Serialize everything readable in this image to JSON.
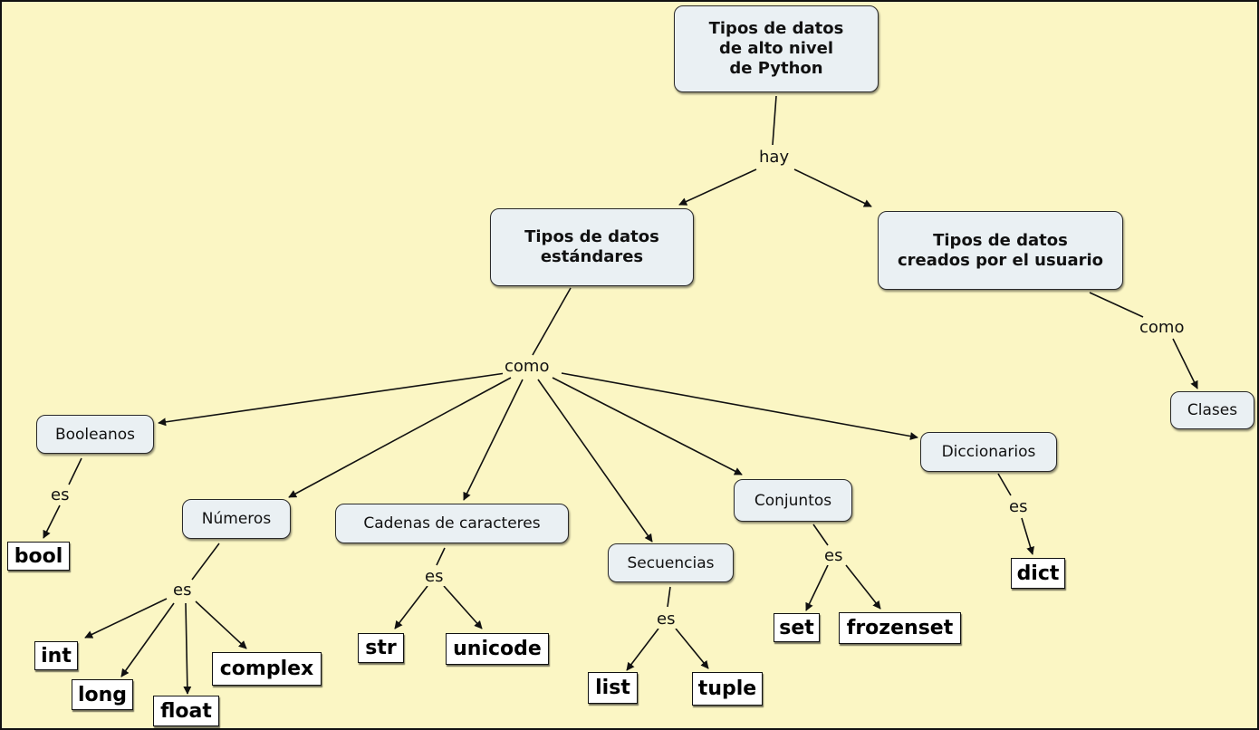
{
  "nodes": {
    "root": "Tipos de datos\nde alto nivel\nde Python",
    "standard": "Tipos de datos\nestándares",
    "user": "Tipos de datos\ncreados por el usuario",
    "clases": "Clases",
    "booleanos": "Booleanos",
    "numeros": "Números",
    "cadenas": "Cadenas de caracteres",
    "secuencias": "Secuencias",
    "conjuntos": "Conjuntos",
    "diccionarios": "Diccionarios"
  },
  "leaves": {
    "bool": "bool",
    "int": "int",
    "long": "long",
    "float": "float",
    "complex": "complex",
    "str": "str",
    "unicode": "unicode",
    "list": "list",
    "tuple": "tuple",
    "set": "set",
    "frozenset": "frozenset",
    "dict": "dict"
  },
  "links": {
    "hay": "hay",
    "como_std": "como",
    "como_user": "como",
    "es_bool": "es",
    "es_num": "es",
    "es_cad": "es",
    "es_sec": "es",
    "es_conj": "es",
    "es_dicc": "es"
  },
  "colors": {
    "background": "#fbf6c4",
    "concept_fill": "#eaf0f3",
    "leaf_fill": "#ffffff",
    "line": "#111111"
  }
}
